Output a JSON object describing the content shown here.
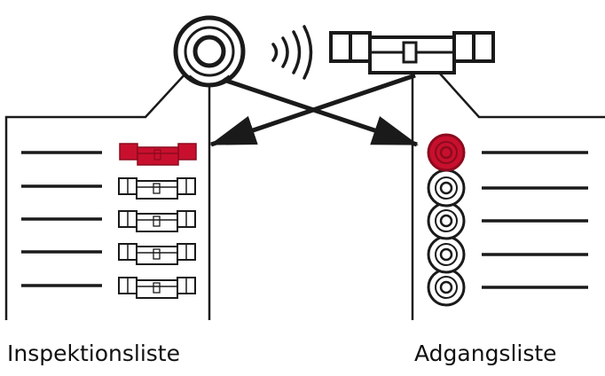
{
  "labels": {
    "left": "Inspektionsliste",
    "right": "Adgangsliste"
  },
  "panels": {
    "left": {
      "row_count": 5,
      "highlighted_row": 0
    },
    "right": {
      "row_count": 5,
      "highlighted_row": 0
    }
  },
  "icons": {
    "source_knob": "knob-cylinder-icon",
    "wireless": "wireless-signal-icon",
    "source_cylinder": "lock-cylinder-icon",
    "list_cylinder": "lock-cylinder-icon",
    "list_knob": "knob-icon"
  },
  "colors": {
    "line": "#1a1a1a",
    "highlight": "#c8102e",
    "highlight_inner": "#8c0a1e",
    "background": "#ffffff"
  }
}
